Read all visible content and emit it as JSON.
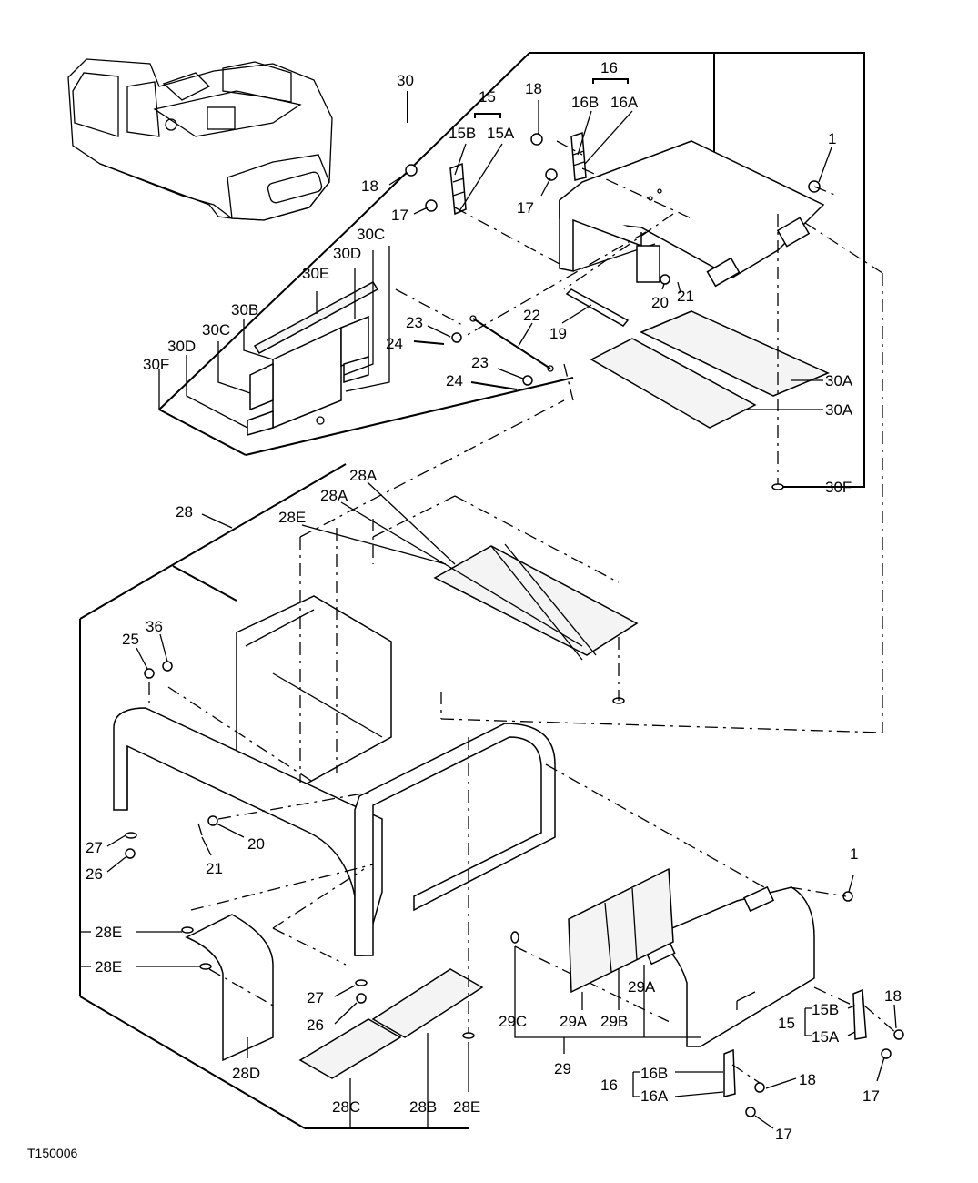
{
  "figure_id": "T150006",
  "callouts": {
    "c30": "30",
    "c15_top": "15",
    "c15B_top": "15B",
    "c15A_top": "15A",
    "c16_top": "16",
    "c16B_top": "16B",
    "c16A_top": "16A",
    "c18_top_a": "18",
    "c18_top_b": "18",
    "c17_top_a": "17",
    "c17_top_b": "17",
    "c1_top": "1",
    "c30C_a": "30C",
    "c30D_a": "30D",
    "c30E": "30E",
    "c30B": "30B",
    "c30C_b": "30C",
    "c30D_b": "30D",
    "c30F_a": "30F",
    "c20_top": "20",
    "c21_top": "21",
    "c22": "22",
    "c19": "19",
    "c23_a": "23",
    "c24_a": "24",
    "c23_b": "23",
    "c24_b": "24",
    "c30A_a": "30A",
    "c30A_b": "30A",
    "c30F_b": "30F",
    "c28A_a": "28A",
    "c28A_b": "28A",
    "c28E_top": "28E",
    "c28": "28",
    "c25": "25",
    "c36": "36",
    "c27_a": "27",
    "c26_a": "26",
    "c20_mid": "20",
    "c21_mid": "21",
    "c1_bot": "1",
    "c28E_a": "28E",
    "c28E_b": "28E",
    "c27_b": "27",
    "c26_b": "26",
    "c28D": "28D",
    "c28C": "28C",
    "c28B": "28B",
    "c28E_bot": "28E",
    "c29C": "29C",
    "c29A_a": "29A",
    "c29B": "29B",
    "c29A_b": "29A",
    "c29": "29",
    "c15B_bot": "15B",
    "c15_bot": "15",
    "c15A_bot": "15A",
    "c18_bot_a": "18",
    "c17_bot_a": "17",
    "c16B_bot": "16B",
    "c16_bot": "16",
    "c16A_bot": "16A",
    "c18_bot_b": "18",
    "c17_bot_b": "17"
  }
}
